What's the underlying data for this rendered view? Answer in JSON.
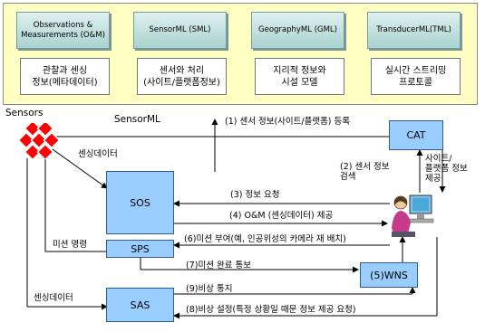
{
  "top_panel": {
    "specs": [
      {
        "name": "Observations &\nMeasurements (O&M)",
        "description": "관찰과 센싱\n정보(메타데이터)"
      },
      {
        "name": "SensorML (SML)",
        "description": "센서와 처리\n(사이트/플랫폼정보)"
      },
      {
        "name": "GeographyML (GML)",
        "description": "지리적 정보와\n시설 모델"
      },
      {
        "name": "TransducerML(TML)",
        "description": "실시간 스트리밍\n프로토콜"
      }
    ]
  },
  "nodes": {
    "sos": "SOS",
    "sps": "SPS",
    "sas": "SAS",
    "cat": "CAT",
    "wns": "(5)WNS"
  },
  "labels": {
    "sensors": "Sensors",
    "sensorml": "SensorML",
    "sensing_data_1": "센싱데이터",
    "sensing_data_2": "센싱데이터",
    "mission_command": "미션 명령",
    "step1": "(1) 센서 정보(사이트/플랫폼) 등록",
    "step2": "(2) 센서 정보\n검색",
    "site_platform": "사이트/\n플랫폼 정보\n제공",
    "step3": "(3) 정보 요청",
    "step4": "(4) O&M (센싱데이터) 제공",
    "step6": "(6)미션 부여(예, 인공위성의 카메라 재 배치)",
    "step7": "(7)미션 완료 통보",
    "step9": "(9)비상 통지",
    "step8": "(8)비상 설정(특정 상황일 때문 정보 제공 요청)"
  },
  "colors": {
    "panel_bg": "#ffffc4",
    "node_fill": "#99ccff",
    "sensor_red": "#ff0000"
  }
}
